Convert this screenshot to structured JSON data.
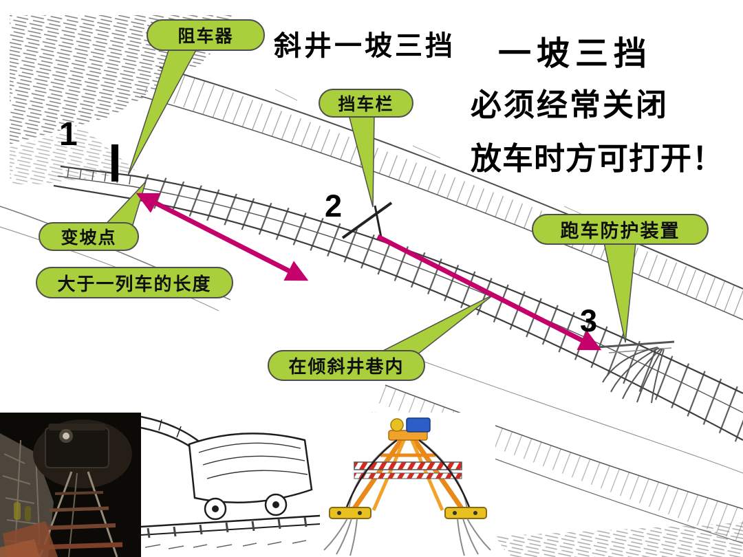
{
  "slide": {
    "title": "斜井一坡三挡",
    "warning": {
      "line1": "一坡三挡",
      "line2": "必须经常关闭",
      "line3": "放车时方可打开！"
    },
    "callouts": {
      "car_stopper": "阻车器",
      "car_barrier": "挡车栏",
      "slope_change_point": "变坡点",
      "train_length_note": "大于一列车的长度",
      "inclined_shaft_note": "在倾斜井巷内",
      "runaway_protection": "跑车防护装置"
    },
    "markers": {
      "m1": "1",
      "m2": "2",
      "m3": "3"
    },
    "colors": {
      "callout_bg": "#a9cf3d",
      "callout_border": "#4f4f4f",
      "arrow": "#c4006a",
      "ink": "#000000"
    }
  }
}
